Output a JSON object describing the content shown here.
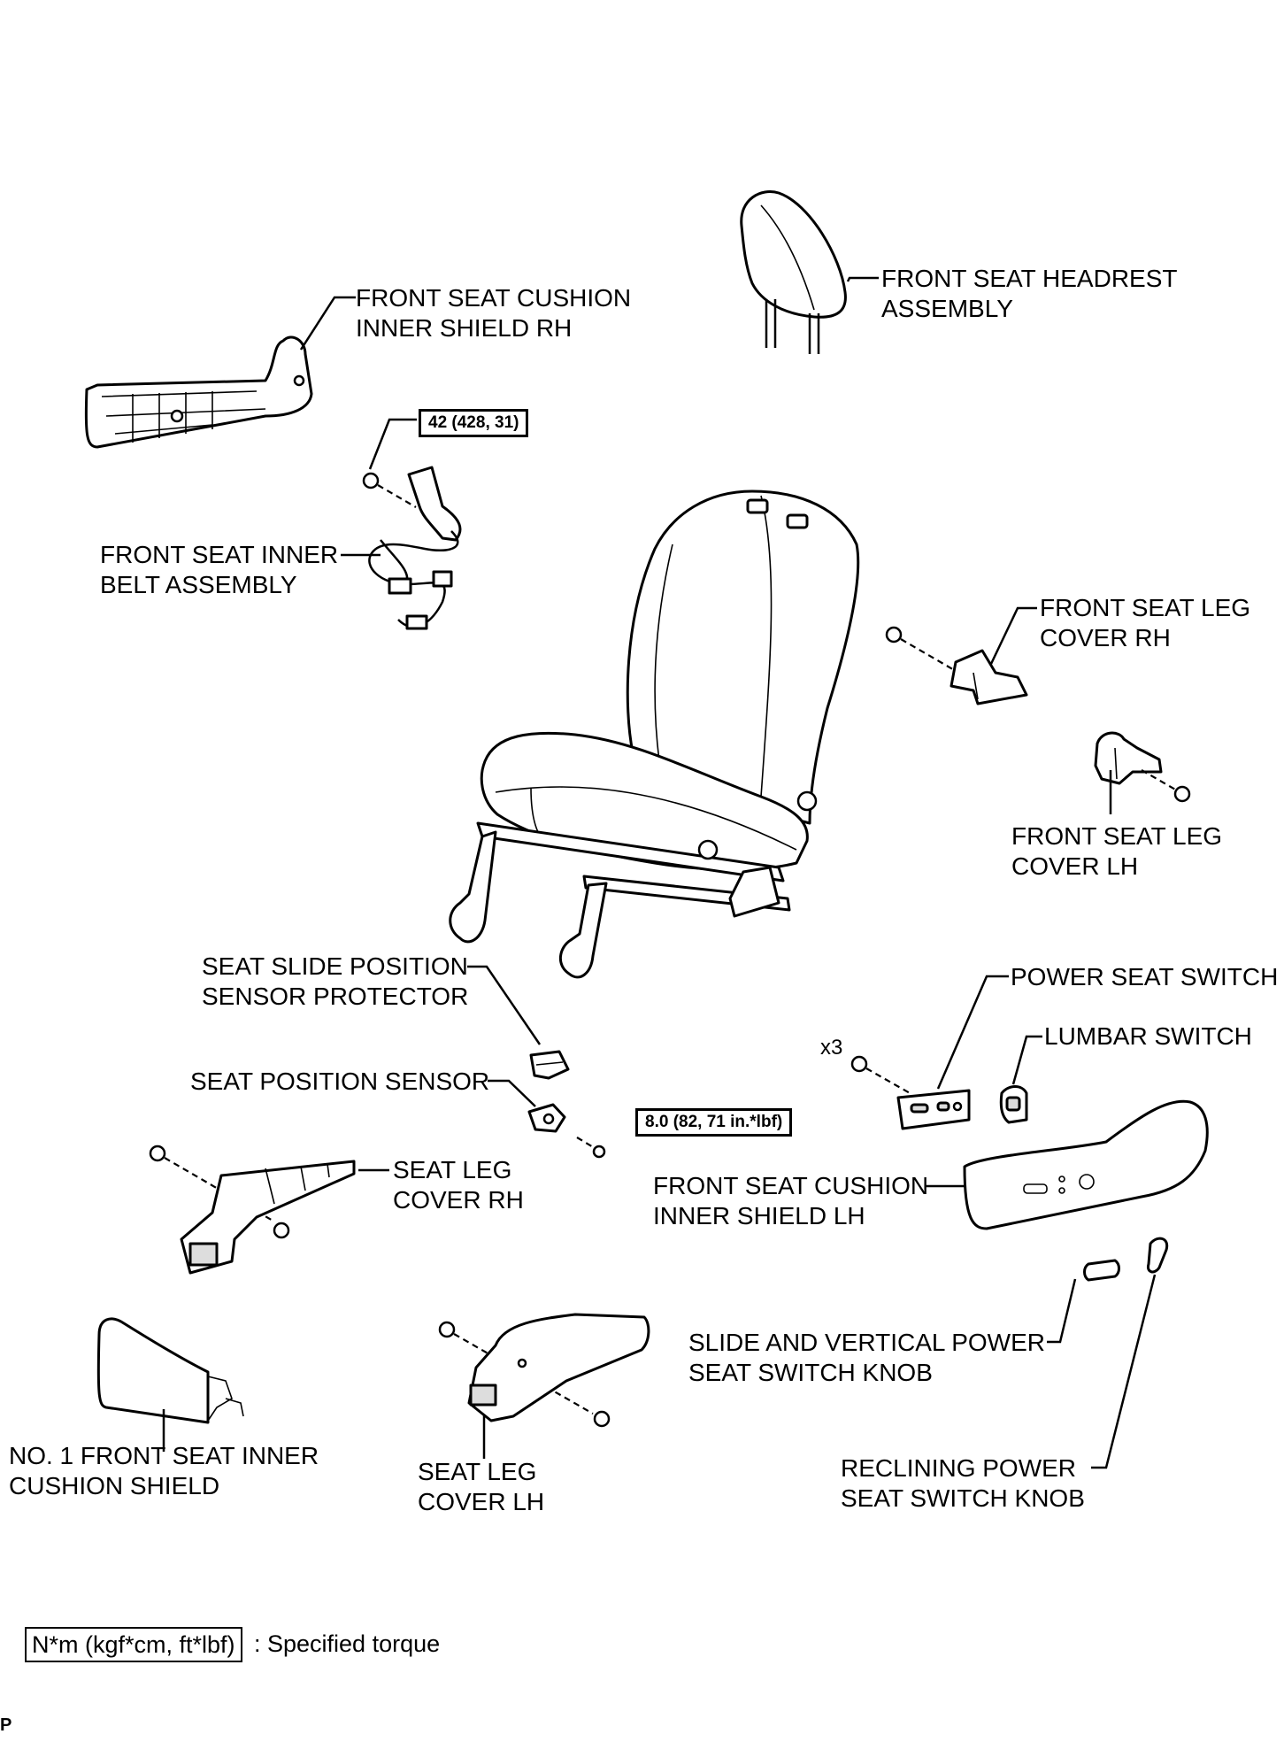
{
  "labels": {
    "cushion_shield_rh": [
      "FRONT SEAT CUSHION",
      "INNER SHIELD RH"
    ],
    "headrest": [
      "FRONT SEAT HEADREST",
      "ASSEMBLY"
    ],
    "inner_belt": [
      "FRONT SEAT INNER",
      "BELT ASSEMBLY"
    ],
    "leg_cover_rh_top": [
      "FRONT SEAT LEG",
      "COVER RH"
    ],
    "leg_cover_lh_top": [
      "FRONT SEAT LEG",
      "COVER LH"
    ],
    "slide_sensor_protector": [
      "SEAT SLIDE POSITION",
      "SENSOR PROTECTOR"
    ],
    "power_seat_switch": "POWER SEAT SWITCH",
    "lumbar_switch": "LUMBAR SWITCH",
    "seat_position_sensor": "SEAT POSITION SENSOR",
    "seat_leg_cover_rh": [
      "SEAT LEG",
      "COVER RH"
    ],
    "cushion_shield_lh": [
      "FRONT SEAT CUSHION",
      "INNER SHIELD LH"
    ],
    "slide_vertical_knob": [
      "SLIDE AND VERTICAL POWER",
      "SEAT SWITCH KNOB"
    ],
    "no1_inner_cushion_shield": [
      "NO. 1 FRONT SEAT INNER",
      "CUSHION SHIELD"
    ],
    "seat_leg_cover_lh": [
      "SEAT LEG",
      "COVER LH"
    ],
    "reclining_knob": [
      "RECLINING POWER",
      "SEAT SWITCH KNOB"
    ],
    "screw_qty": "x3"
  },
  "torques": {
    "belt_bolt": "42 (428, 31)",
    "sensor_bolt": "8.0 (82, 71 in.*lbf)"
  },
  "legend": {
    "box": "N*m (kgf*cm, ft*lbf)",
    "text": ": Specified torque"
  },
  "figure_code": "P"
}
